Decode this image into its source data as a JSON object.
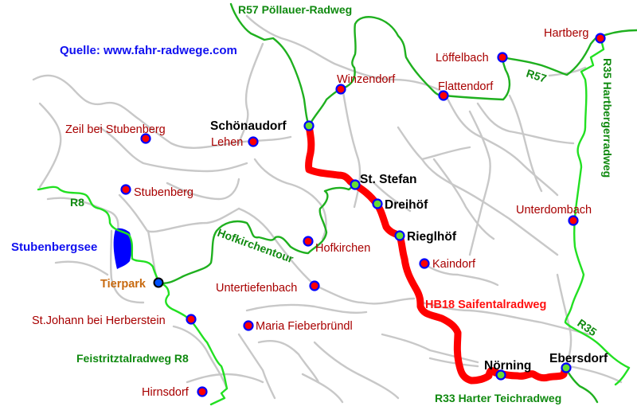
{
  "source": "Quelle: www.fahr-radwege.com",
  "route": {
    "name": "HB18 Saifentalradweg",
    "color": "#ff0000",
    "stops": [
      "Schönaudorf",
      "St. Stefan",
      "Dreihöf",
      "Rieglhöf",
      "Nörning",
      "Ebersdorf"
    ]
  },
  "stops": {
    "schoenaudorf": "Schönaudorf",
    "st_stefan": "St. Stefan",
    "dreihoef": "Dreihöf",
    "rieglhoef": "Rieglhöf",
    "noerning": "Nörning",
    "ebersdorf": "Ebersdorf"
  },
  "towns": {
    "hartberg": "Hartberg",
    "loeffelbach": "Löffelbach",
    "winzendorf": "Winzendorf",
    "flattendorf": "Flattendorf",
    "zeil": "Zeil bei Stubenberg",
    "lehen": "Lehen",
    "stubenberg": "Stubenberg",
    "unterdombach": "Unterdombach",
    "hofkirchen": "Hofkirchen",
    "kaindorf": "Kaindorf",
    "untertiefenbach": "Untertiefenbach",
    "st_johann": "St.Johann bei Herberstein",
    "maria_fieberbruendl": "Maria Fieberbründl",
    "hirnsdorf": "Hirnsdorf"
  },
  "cycle_routes": {
    "r57_full": "R57 Pöllauer-Radweg",
    "r57_short": "R57",
    "r35_full": "R35 Hartbergerradweg",
    "r35_short": "R35",
    "r8_short": "R8",
    "r8_full": "Feistritztalradweg R8",
    "hofkirchentour": "Hofkirchentour",
    "r33": "R33 Harter Teichradweg"
  },
  "features": {
    "lake": "Stubenbergsee",
    "tierpark": "Tierpark"
  },
  "colors": {
    "town_text": "#a80000",
    "stop_text": "#000000",
    "cycle_route": "#1fb01f",
    "main_route": "#ff0000",
    "source_text": "#1010f0",
    "lake": "#0000ff",
    "tierpark_text": "#c86a10",
    "roads": "#c8c8c8"
  }
}
